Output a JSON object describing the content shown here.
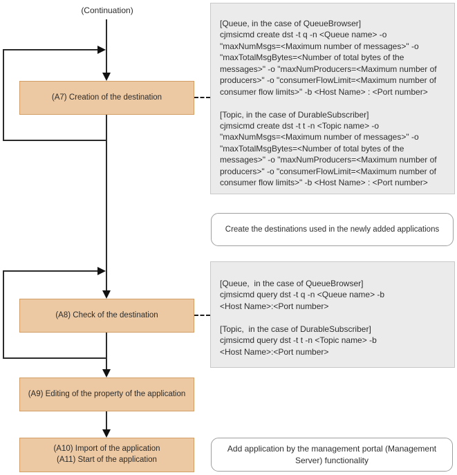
{
  "diagram": {
    "continuation_label": "(Continuation)",
    "flow_boxes": {
      "a7": "(A7) Creation of the destination",
      "a8": "(A8) Check of the destination",
      "a9": "(A9) Editing of the property of the application",
      "a10_a11": "(A10) Import of the application\n(A11) Start of the application"
    },
    "notes": {
      "a7_commands": "[Queue, in the case of QueueBrowser]\ncjmsicmd create dst -t q -n <Queue name> -o\n\"maxNumMsgs=<Maximum number of messages>\" -o\n\"maxTotalMsgBytes=<Number of total bytes of the\nmessages>\" -o \"maxNumProducers=<Maximum number of\nproducers>\" -o \"consumerFlowLimit=<Maximum number of\nconsumer flow limits>\" -b <Host Name> : <Port number>\n\n[Topic, in the case of DurableSubscriber]\ncjmsicmd create dst -t t -n <Topic name> -o\n\"maxNumMsgs=<Maximum number of messages>\" -o\n\"maxTotalMsgBytes=<Number of total bytes of the\nmessages>\" -o \"maxNumProducers=<Maximum number of\nproducers>\" -o \"consumerFlowLimit=<Maximum number of\nconsumer flow limits>\" -b <Host Name> : <Port number>",
      "a8_commands": "[Queue,  in the case of QueueBrowser]\ncjmsicmd query dst -t q -n <Queue name> -b\n<Host Name>:<Port number>\n\n[Topic,  in the case of DurableSubscriber]\ncjmsicmd query dst -t t -n <Topic name> -b\n<Host Name>:<Port number>"
    },
    "callouts": {
      "destinations": "Create the destinations used in the newly added applications",
      "add_application": "Add application by the management portal (Management Server) functionality"
    },
    "colors": {
      "flow_box_fill": "#EDC9A3",
      "flow_box_border": "#D29D65",
      "note_box_fill": "#EBEBEB",
      "note_box_border": "#C8C8C8",
      "callout_border": "#9E9E9E",
      "line": "#1A1A1A"
    }
  }
}
